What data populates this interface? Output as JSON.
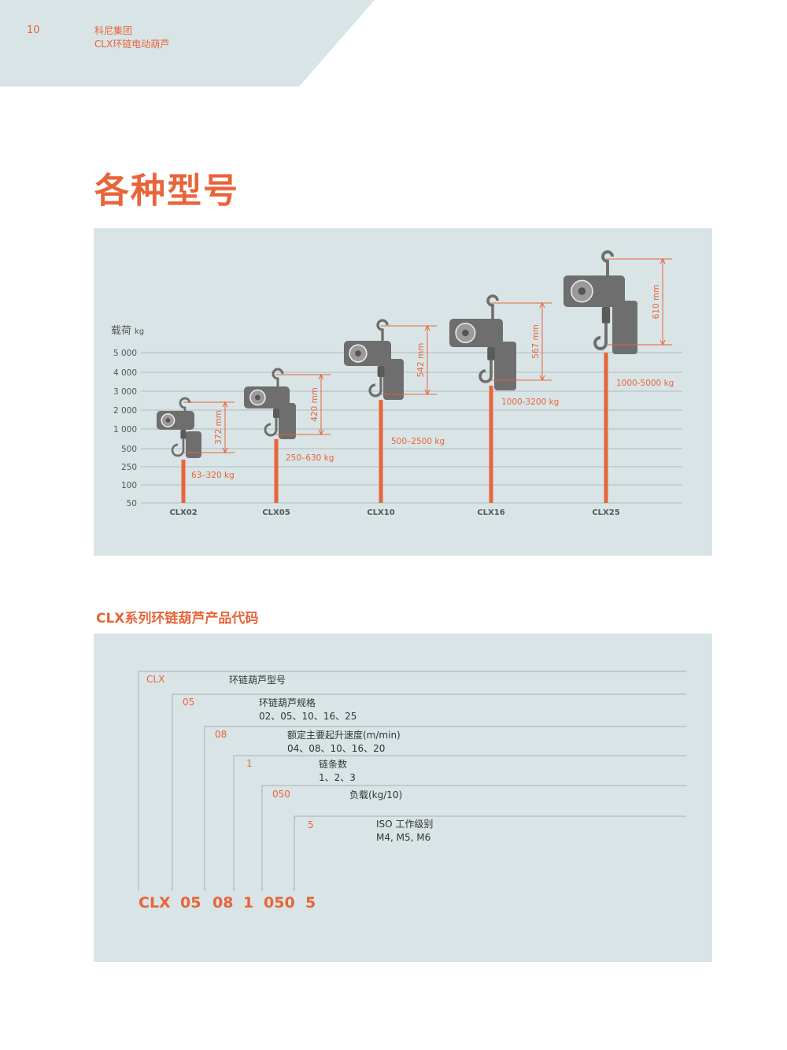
{
  "header": {
    "page_number": "10",
    "company": "科尼集团",
    "product": "CLX环链电动葫芦"
  },
  "page_title": "各种型号",
  "colors": {
    "accent": "#e8643a",
    "panel": "#d9e4e6",
    "header_band": "#d9e4e6",
    "hoist": "#6e6e6e"
  },
  "load_chart": {
    "ylabel": "载荷",
    "yunit": "kg",
    "y_ticks": [
      "5 000",
      "4 000",
      "3 000",
      "2 000",
      "1 000",
      "500",
      "250",
      "100",
      "50"
    ],
    "models": [
      {
        "name": "CLX02",
        "height": "372 mm",
        "load_range": "63–320 kg"
      },
      {
        "name": "CLX05",
        "height": "420 mm",
        "load_range": "250–630 kg"
      },
      {
        "name": "CLX10",
        "height": "542 mm",
        "load_range": "500–2500 kg"
      },
      {
        "name": "CLX16",
        "height": "567 mm",
        "load_range": "1000-3200 kg"
      },
      {
        "name": "CLX25",
        "height": "610 mm",
        "load_range": "1000-5000 kg"
      }
    ]
  },
  "code_section": {
    "title": "CLX系列环链葫芦产品代码",
    "rows": [
      {
        "code": "CLX",
        "desc": "环链葫芦型号",
        "values": ""
      },
      {
        "code": "05",
        "desc": "环链葫芦规格",
        "values": "02、05、10、16、25"
      },
      {
        "code": "08",
        "desc": "额定主要起升速度(m/min)",
        "values": "04、08、10、16、20"
      },
      {
        "code": "1",
        "desc": "链条数",
        "values": "1、2、3"
      },
      {
        "code": "050",
        "desc": "负载(kg/10)",
        "values": ""
      },
      {
        "code": "5",
        "desc": "ISO 工作级别",
        "values": "M4, M5, M6"
      }
    ],
    "full_code": [
      "CLX",
      "05",
      "08",
      "1",
      "050",
      "5"
    ]
  }
}
